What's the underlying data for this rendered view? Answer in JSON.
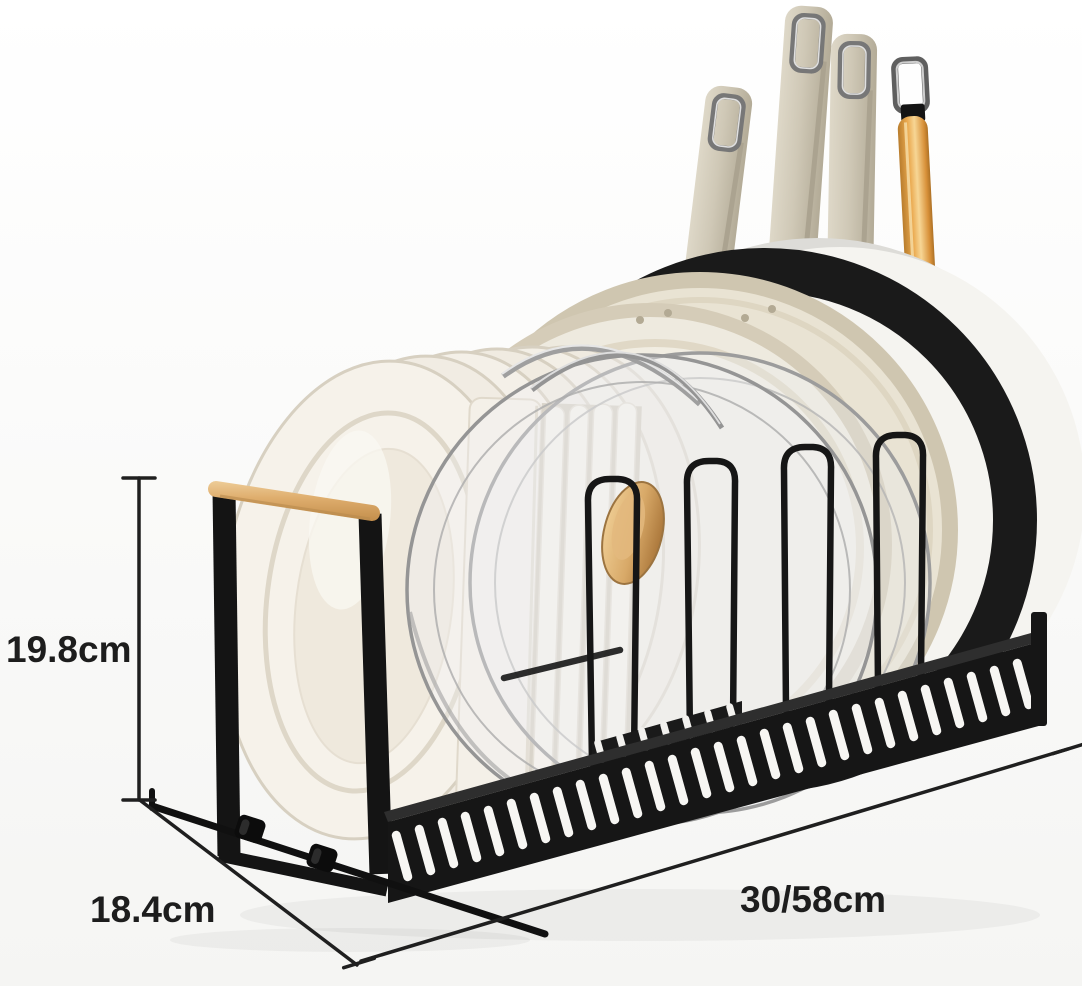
{
  "scene": {
    "description": "Product dimension photo of a black expandable pot and pan organizer rack storing plates, glass lids and frying pans",
    "background_top": "#ffffff",
    "background_bottom": "#f5f5f3"
  },
  "dimensions": {
    "height_label": "19.8cm",
    "depth_label": "18.4cm",
    "width_label": "30/58cm"
  },
  "colors": {
    "dimension_line": "#1f1f1f",
    "label_text": "#1d1d1d",
    "rack_black": "#161616",
    "wood_handle": "#d9a55f",
    "lid_knob_wood": "#c89250",
    "pan_handle_beige": "#cdc6b4",
    "pan_handle_orange": "#d89b46",
    "cream_pan": "#e9e3d3",
    "plate_white": "#f5f1e9",
    "glass_outline": "#9c9c9c",
    "chrome": "#c9c9c9",
    "white_pan": "#f6f5f1"
  },
  "parts": {
    "left_frame": "end frame with wooden carry handle",
    "round_plates": "6 round white plates",
    "square_plates": "stack of square white plates",
    "glass_lids": "2 glass pot lids with wooden knob",
    "dividers": "adjustable black wire dividers",
    "pans": "cream, black-rim and white frying pans",
    "handles": "3 beige pan handles and 1 wooden pan handle",
    "base": "expandable perforated steel base rail",
    "foot": "slide-out support foot with 2 adjuster knobs"
  }
}
